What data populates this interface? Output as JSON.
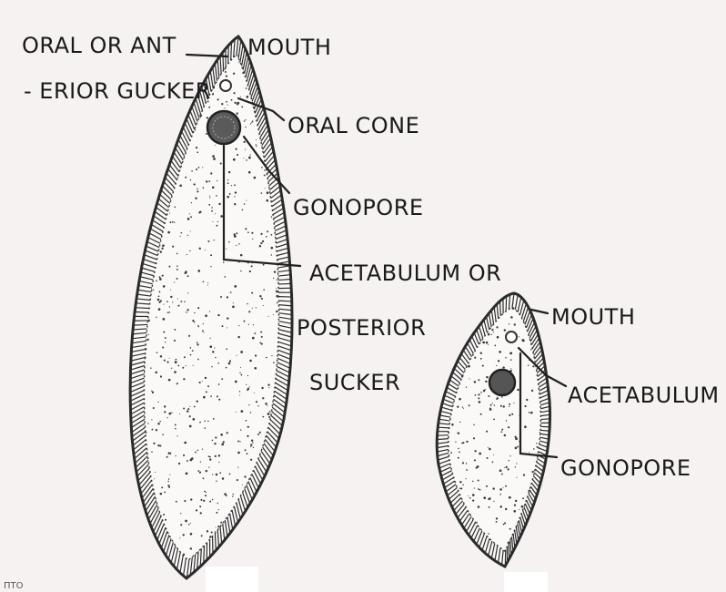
{
  "labels": {
    "large_specimen": {
      "oral_sucker_line1": "ORAL OR ANT",
      "oral_sucker_line2": "- ERIOR GUCKER",
      "mouth": "MOUTH",
      "oral_cone": "ORAL CONE",
      "gonopore": "GONOPORE",
      "acetabulum_line1": "ACETABULUM OR",
      "acetabulum_line2": "POSTERIOR",
      "acetabulum_line3": "SUCKER"
    },
    "small_specimen": {
      "mouth": "MOUTH",
      "acetabulum": "ACETABULUM",
      "gonopore": "GONOPORE"
    }
  },
  "corner_text": "ΠΤΟ",
  "colors": {
    "ink": "#1f1f1f",
    "paper": "#f5f2f1",
    "body_fill": "#fbf9f8"
  }
}
